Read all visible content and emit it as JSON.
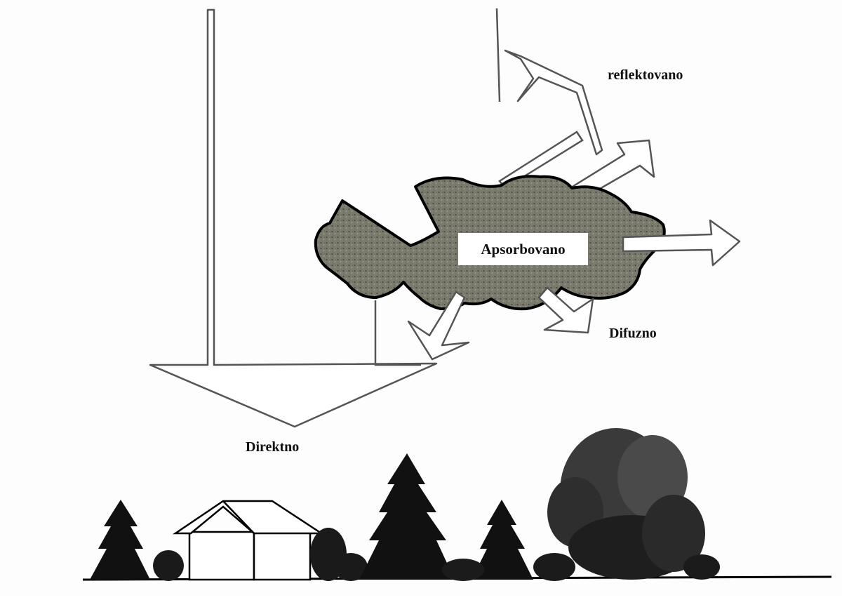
{
  "labels": {
    "reflected": "reflektovano",
    "absorbed": "Apsorbovano",
    "diffuse": "Difuzno",
    "direct": "Direktno"
  },
  "colors": {
    "background": "#fdfdfd",
    "outline": "#555555",
    "cloud_fill": "#7b7a6e",
    "silhouette": "#111111"
  }
}
